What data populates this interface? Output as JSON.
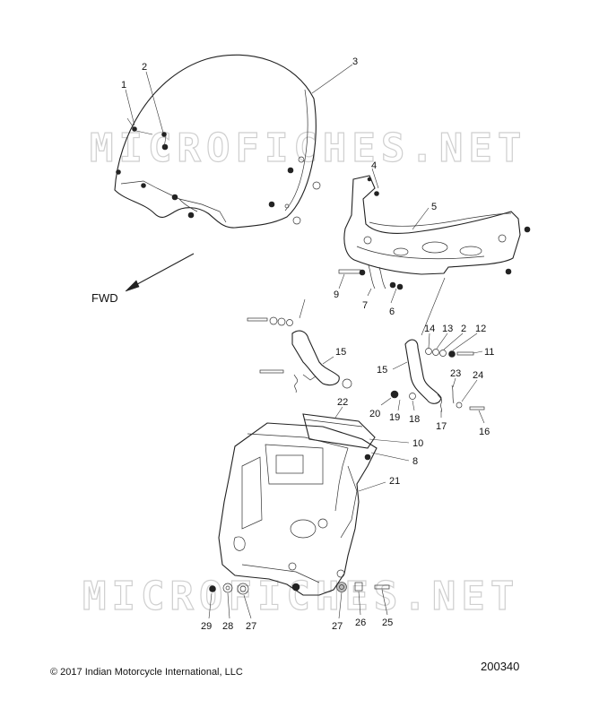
{
  "watermark": "MICROFICHES.NET",
  "direction_label": "FWD",
  "copyright": "2017 Indian Motorcycle International, LLC",
  "copyright_symbol": "©",
  "figure_number": "200340",
  "callouts": [
    {
      "label": "1"
    },
    {
      "label": "2"
    },
    {
      "label": "3"
    },
    {
      "label": "4"
    },
    {
      "label": "5"
    },
    {
      "label": "9"
    },
    {
      "label": "7"
    },
    {
      "label": "6"
    },
    {
      "label": "14"
    },
    {
      "label": "13"
    },
    {
      "label": "12"
    },
    {
      "label": "2"
    },
    {
      "label": "11"
    },
    {
      "label": "15"
    },
    {
      "label": "15"
    },
    {
      "label": "23"
    },
    {
      "label": "24"
    },
    {
      "label": "20"
    },
    {
      "label": "19"
    },
    {
      "label": "18"
    },
    {
      "label": "17"
    },
    {
      "label": "16"
    },
    {
      "label": "22"
    },
    {
      "label": "10"
    },
    {
      "label": "8"
    },
    {
      "label": "21"
    },
    {
      "label": "29"
    },
    {
      "label": "28"
    },
    {
      "label": "27"
    },
    {
      "label": "27"
    },
    {
      "label": "26"
    },
    {
      "label": "25"
    }
  ]
}
